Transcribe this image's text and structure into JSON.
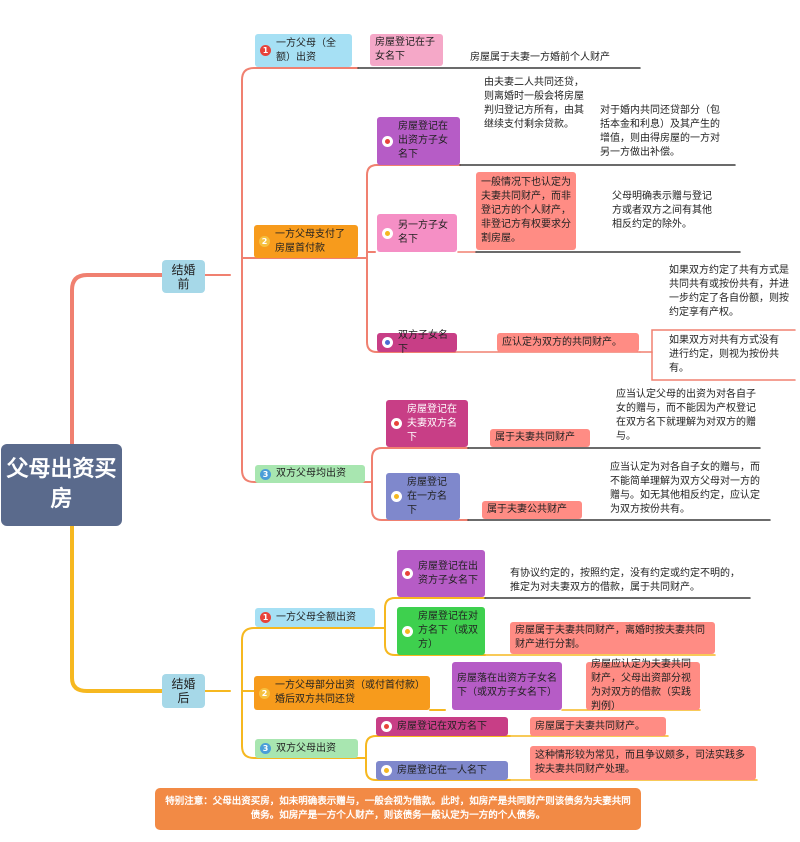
{
  "root": {
    "label": "父母出资买房"
  },
  "colors": {
    "before_branch": "#f08070",
    "after_branch": "#f6b820",
    "root_bg": "#5a6a8c",
    "phase_bg": "#a6d8e8"
  },
  "before": {
    "label": "结婚前",
    "s1": {
      "num": "1",
      "label": "一方父母（全额）出资",
      "reg": "房屋登记在子女名下",
      "result": "房屋属于夫妻一方婚前个人财产"
    },
    "s2": {
      "num": "2",
      "label": "一方父母支付了房屋首付款",
      "a": {
        "label": "房屋登记在出资方子女名下",
        "d1": "由夫妻二人共同还贷，则离婚时一般会将房屋判归登记方所有，由其继续支付剩余贷款。",
        "d2": "对于婚内共同还贷部分（包括本金和利息）及其产生的增值，则由得房屋的一方对另一方做出补偿。"
      },
      "b": {
        "label": "另一方子女名下",
        "d1": "一般情况下也认定为夫妻共同财产，而非登记方的个人财产，非登记方有权要求分割房屋。",
        "d2": "父母明确表示赠与登记方或者双方之间有其他相反约定的除外。"
      },
      "c": {
        "label": "双方子女名下",
        "result": "应认定为双方的共同财产。",
        "d1": "如果双方约定了共有方式是共同共有或按份共有，并进一步约定了各自份额，则按约定享有产权。",
        "d2": "如果双方对共有方式没有进行约定，则视为按份共有。"
      }
    },
    "s3": {
      "num": "3",
      "label": "双方父母均出资",
      "a": {
        "label": "房屋登记在夫妻双方名下",
        "result": "属于夫妻共同财产",
        "desc": "应当认定父母的出资为对各自子女的赠与，而不能因为产权登记在双方名下就理解为对双方的赠与。"
      },
      "b": {
        "label": "房屋登记在一方名下",
        "result": "属于夫妻公共财产",
        "desc": "应当认定为对各自子女的赠与，而不能简单理解为双方父母对一方的赠与。如无其他相反约定，应认定为双方按份共有。"
      }
    }
  },
  "after": {
    "label": "结婚后",
    "s1": {
      "num": "1",
      "label": "一方父母全额出资",
      "a": {
        "label": "房屋登记在出资方子女名下",
        "desc": "有协议约定的，按照约定，没有约定或约定不明的，推定为对夫妻双方的借款，属于共同财产。"
      },
      "b": {
        "label": "房屋登记在对方名下（或双方）",
        "desc": "房屋属于夫妻共同财产，离婚时按夫妻共同财产进行分割。"
      }
    },
    "s2": {
      "num": "2",
      "label": "一方父母部分出资（或付首付款）婚后双方共同还贷",
      "reg": "房屋落在出资方子女名下（或双方子女名下）",
      "desc": "房屋应认定为夫妻共同财产，父母出资部分视为对双方的借款（实践判例）"
    },
    "s3": {
      "num": "3",
      "label": "双方父母出资",
      "a": {
        "label": "房屋登记在双方名下",
        "desc": "房屋属于夫妻共同财产。"
      },
      "b": {
        "label": "房屋登记在一人名下",
        "desc": "这种情形较为常见，而且争议颇多，司法实践多按夫妻共同财产处理。"
      }
    }
  },
  "note": "特别注意：父母出资买房，如未明确表示赠与，一般会视为借款。此时，如房产是共同财产则该债务为夫妻共同债务。如房产是一方个人财产，则该债务一般认定为一方的个人债务。"
}
